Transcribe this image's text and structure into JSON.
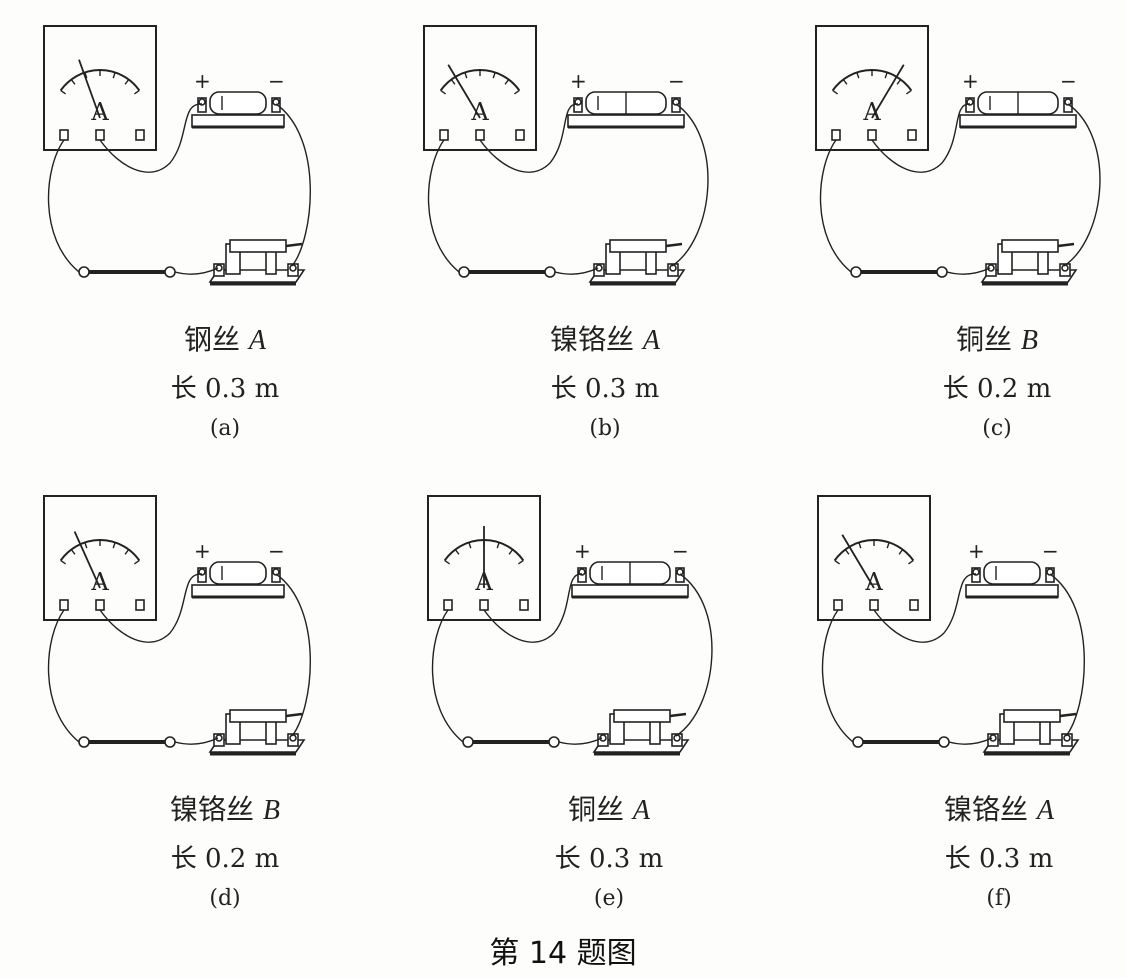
{
  "figure_title": "第 14 题图",
  "meter_letter": "A",
  "terminal_plus": "+",
  "terminal_minus": "−",
  "panels": [
    {
      "id": "(a)",
      "material": "钢丝",
      "wire": "A",
      "length": "长 0.3 m",
      "needle_deflection": 0.32,
      "battery_cells": 1
    },
    {
      "id": "(b)",
      "material": "镍铬丝",
      "wire": "A",
      "length": "长 0.3 m",
      "needle_deflection": 0.22,
      "battery_cells": 2
    },
    {
      "id": "(c)",
      "material": "铜丝",
      "wire": "B",
      "length": "长 0.2 m",
      "needle_deflection": 0.78,
      "battery_cells": 2
    },
    {
      "id": "(d)",
      "material": "镍铬丝",
      "wire": "B",
      "length": "长 0.2 m",
      "needle_deflection": 0.28,
      "battery_cells": 1
    },
    {
      "id": "(e)",
      "material": "铜丝",
      "wire": "A",
      "length": "长 0.3 m",
      "needle_deflection": 0.5,
      "battery_cells": 2
    },
    {
      "id": "(f)",
      "material": "镍铬丝",
      "wire": "A",
      "length": "长 0.3 m",
      "needle_deflection": 0.22,
      "battery_cells": 1
    }
  ]
}
